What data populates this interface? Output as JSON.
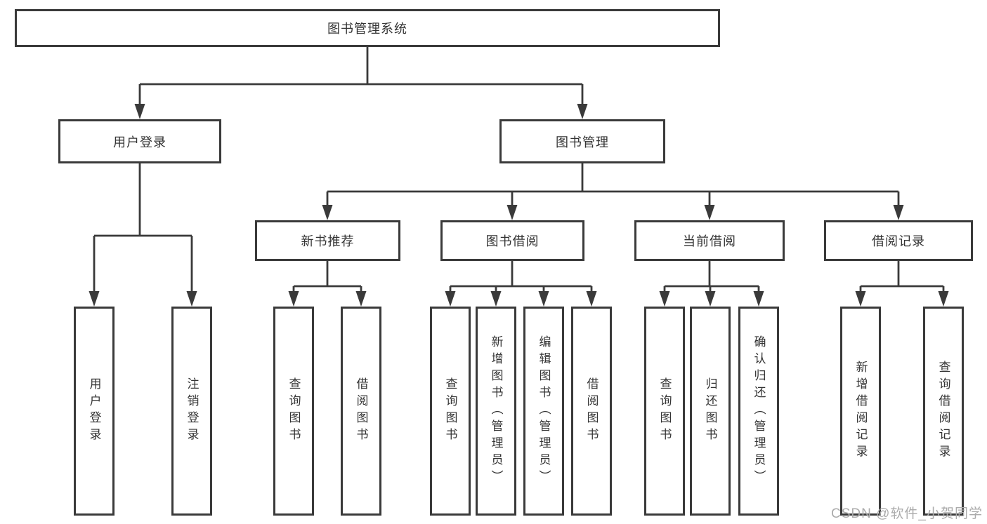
{
  "colors": {
    "line": "#3a3a3a",
    "box_border": "#3a3a3a",
    "box_background": "#ffffff",
    "text": "#333333",
    "watermark_text": "#ababab"
  },
  "watermark": {
    "text": "CSDN @软件_小贺同学"
  },
  "tree": {
    "root": {
      "label": "图书管理系统"
    },
    "branches": [
      {
        "label": "用户登录",
        "children": [
          {
            "label": "用户登录"
          },
          {
            "label": "注销登录"
          }
        ]
      },
      {
        "label": "图书管理",
        "children": [
          {
            "label": "新书推荐",
            "children": [
              {
                "label": "查询图书"
              },
              {
                "label": "借阅图书"
              }
            ]
          },
          {
            "label": "图书借阅",
            "children": [
              {
                "label": "查询图书"
              },
              {
                "label": "新增图书（管理员）"
              },
              {
                "label": "编辑图书（管理员）"
              },
              {
                "label": "借阅图书"
              }
            ]
          },
          {
            "label": "当前借阅",
            "children": [
              {
                "label": "查询图书"
              },
              {
                "label": "归还图书"
              },
              {
                "label": "确认归还（管理员）"
              }
            ]
          },
          {
            "label": "借阅记录",
            "children": [
              {
                "label": "新增借阅记录"
              },
              {
                "label": "查询借阅记录"
              }
            ]
          }
        ]
      }
    ]
  }
}
